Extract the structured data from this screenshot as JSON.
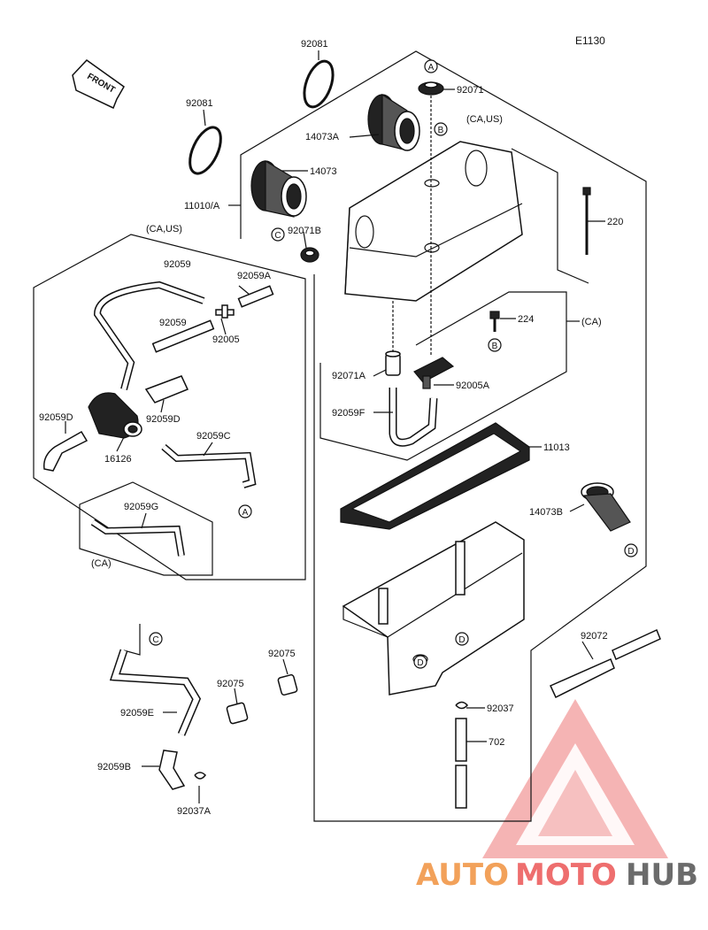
{
  "diagram_code": "E1130",
  "front_label": "FRONT",
  "watermark": {
    "auto": "AUTO",
    "moto": "MOTO",
    "hub": "HUB",
    "colors": {
      "auto": "#f2a15a",
      "moto": "#ee6e6e",
      "hub": "#6b6b6b",
      "triangle": "#f08a8a"
    }
  },
  "labels": {
    "p92081_top": "92081",
    "p92081_left": "92081",
    "p92071": "92071",
    "p92071_note": "(CA,US)",
    "p14073A": "14073A",
    "p14073": "14073",
    "p11010A": "11010/A",
    "p92071B": "92071B",
    "p220": "220",
    "p224": "224",
    "ca_note": "(CA)",
    "p92071A": "92071A",
    "p92005A": "92005A",
    "p92059F": "92059F",
    "p11013": "11013",
    "p14073B": "14073B",
    "group_note": "(CA,US)",
    "p92059_top": "92059",
    "p92059A": "92059A",
    "p92059_mid": "92059",
    "p92005": "92005",
    "p92059D_left": "92059D",
    "p92059D_right": "92059D",
    "p16126": "16126",
    "p92059C": "92059C",
    "p92059G": "92059G",
    "ca_note_2": "(CA)",
    "p92072": "92072",
    "p92075_a": "92075",
    "p92075_b": "92075",
    "p92059E": "92059E",
    "p92059B": "92059B",
    "p92037A": "92037A",
    "p92037": "92037",
    "p702": "702"
  },
  "refs": {
    "a": "A",
    "b": "B",
    "c": "C",
    "d": "D"
  }
}
